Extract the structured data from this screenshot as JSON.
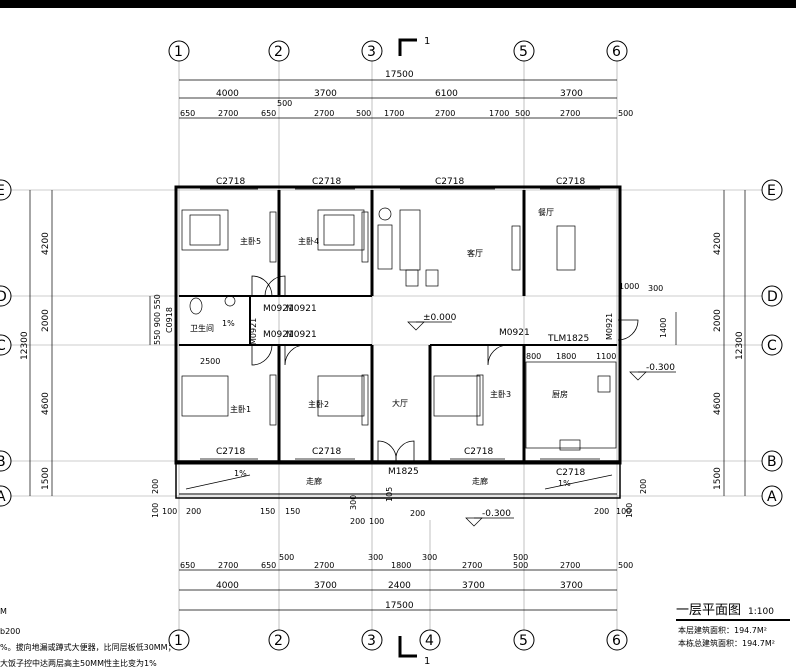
{
  "section_marker": "1",
  "grid_columns": [
    "1",
    "2",
    "3",
    "4",
    "5",
    "6"
  ],
  "grid_rows": [
    "E",
    "D",
    "C",
    "B",
    "A"
  ],
  "top_dims": {
    "total": "17500",
    "row1": [
      "4000",
      "3700",
      "6100",
      "3700"
    ],
    "row2": [
      "650",
      "2700",
      "650",
      "500",
      "2700",
      "500",
      "1700",
      "2700",
      "1700",
      "500",
      "2700",
      "500"
    ]
  },
  "bottom_dims": {
    "total": "17500",
    "row1": [
      "4000",
      "3700",
      "2400",
      "3700",
      "3700"
    ],
    "row2": [
      "650",
      "2700",
      "650",
      "500",
      "2700",
      "300",
      "1800",
      "300",
      "2700",
      "500",
      "500",
      "2700",
      "500"
    ]
  },
  "left_dims": {
    "total": "12300",
    "parts": [
      "4200",
      "2000",
      "4600",
      "1500"
    ],
    "inner": "550 900 550",
    "opening": "C0918"
  },
  "right_dims": {
    "total": "12300",
    "parts": [
      "4200",
      "2000",
      "4600",
      "1500"
    ],
    "opening": "1400"
  },
  "rooms": {
    "master5": "主卧5",
    "master4": "主卧4",
    "living": "客厅",
    "dining": "餐厅",
    "bath": "卫生间",
    "master1": "主卧1",
    "master2": "主卧2",
    "hall": "大厅",
    "master3": "主卧3",
    "kitchen": "厨房",
    "corridor_left": "走廊",
    "corridor_right": "走廊"
  },
  "windows": {
    "top": [
      "C2718",
      "C2718",
      "C2718",
      "C2718"
    ],
    "bottom": [
      "C2718",
      "C2718",
      "C2718",
      "C2718"
    ],
    "tlm": "TLM1825",
    "kitchen_dims": [
      "800",
      "1800",
      "1100"
    ],
    "side_dims": [
      "1000",
      "300"
    ]
  },
  "doors": {
    "m0921_a": "M0921",
    "m0921_b": "M0921",
    "m0921_c": "M0921",
    "m0921_d": "M0921",
    "m0921_e": "M0921",
    "m0921_f": "M0921",
    "m0921_g": "M0921",
    "m1825": "M1825"
  },
  "levels": {
    "main": "±0.000",
    "kitchen": "-0.300",
    "porch": "-0.300"
  },
  "slopes": {
    "bath": "1%",
    "left": "1%",
    "right": "1%"
  },
  "misc_dims": {
    "bath_width": "2500",
    "porch_100_l": "100",
    "porch_200_l": "200",
    "porch_150_a": "150",
    "porch_150_b": "150",
    "porch_300_a": "300",
    "porch_105": "105",
    "porch_200_a": "200",
    "porch_100_m": "100",
    "porch_200_b": "200",
    "porch_200_r": "200",
    "porch_100_r": "100",
    "dim_200_l": "200",
    "dim_100_l": "100",
    "dim_200_r": "200",
    "dim_100_r": "100"
  },
  "title_block": {
    "title": "一层平面图",
    "scale": "1:100",
    "area_line1": "本层建筑面积：194.7M²",
    "area_line2": "本栋总建筑面积：194.7M²"
  },
  "notes": {
    "line1": "b200",
    "line2": "%。拔向地漏或蹲式大便器，比同层板低30MM；",
    "line3": "大饭子控中达两层高主50MM性主比变为1%",
    "line4": "M"
  }
}
